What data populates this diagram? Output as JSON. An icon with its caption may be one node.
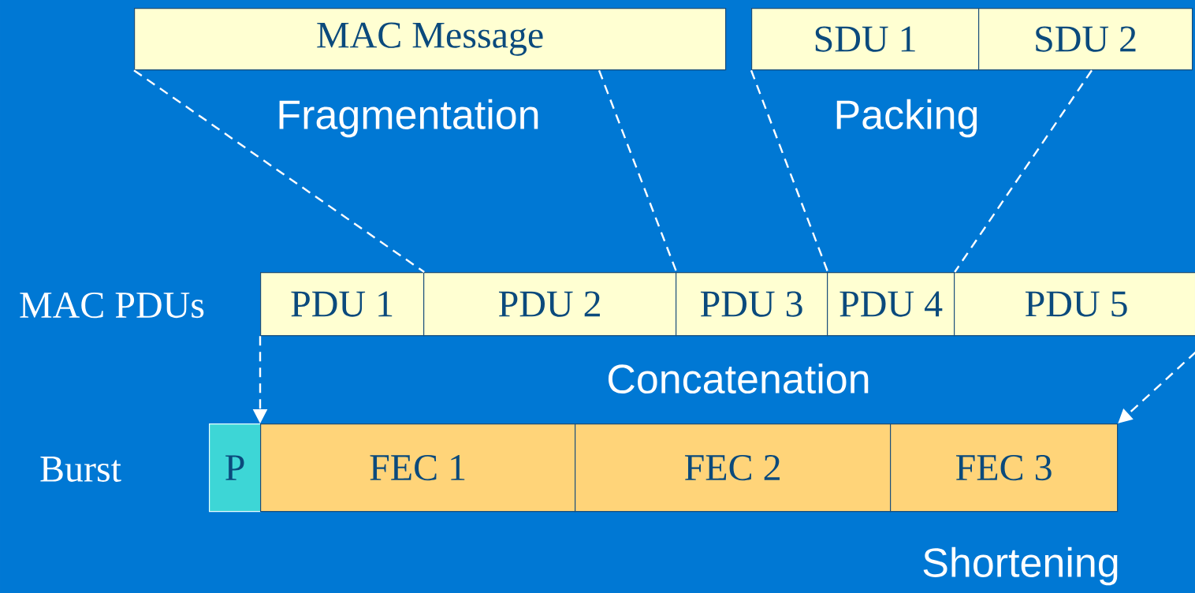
{
  "diagram": {
    "nodes": [
      {
        "text": [
          "MAC Message"
        ]
      },
      {
        "text": [
          "SDU 1"
        ]
      },
      {
        "text": [
          "SDU 2"
        ]
      },
      {
        "text": [
          "PDU 1"
        ]
      },
      {
        "text": [
          "PDU 2"
        ]
      },
      {
        "text": [
          "PDU 3"
        ]
      },
      {
        "text": [
          "PDU 4"
        ]
      },
      {
        "text": [
          "PDU 5"
        ]
      },
      {
        "text": [
          "P"
        ]
      },
      {
        "text": [
          "FEC 1"
        ]
      },
      {
        "text": [
          "FEC 2"
        ]
      },
      {
        "text": [
          "FEC 3"
        ]
      }
    ],
    "edges": [
      {
        "from": 0,
        "to": 3,
        "arrow": "none",
        "style": "dashed"
      },
      {
        "from": 0,
        "to": 4,
        "arrow": "none",
        "style": "dashed"
      },
      {
        "from": 1,
        "to": 5,
        "arrow": "none",
        "style": "dashed"
      },
      {
        "from": 2,
        "to": 6,
        "arrow": "none",
        "style": "dashed"
      },
      {
        "from": 3,
        "to": 9,
        "arrow": "to",
        "style": "dashed"
      },
      {
        "from": 7,
        "to": 11,
        "arrow": "to",
        "style": "dashed"
      }
    ],
    "labels": [
      "Fragmentation",
      "Packing",
      "MAC PDUs",
      "Concatenation",
      "Burst",
      "Shortening"
    ]
  }
}
